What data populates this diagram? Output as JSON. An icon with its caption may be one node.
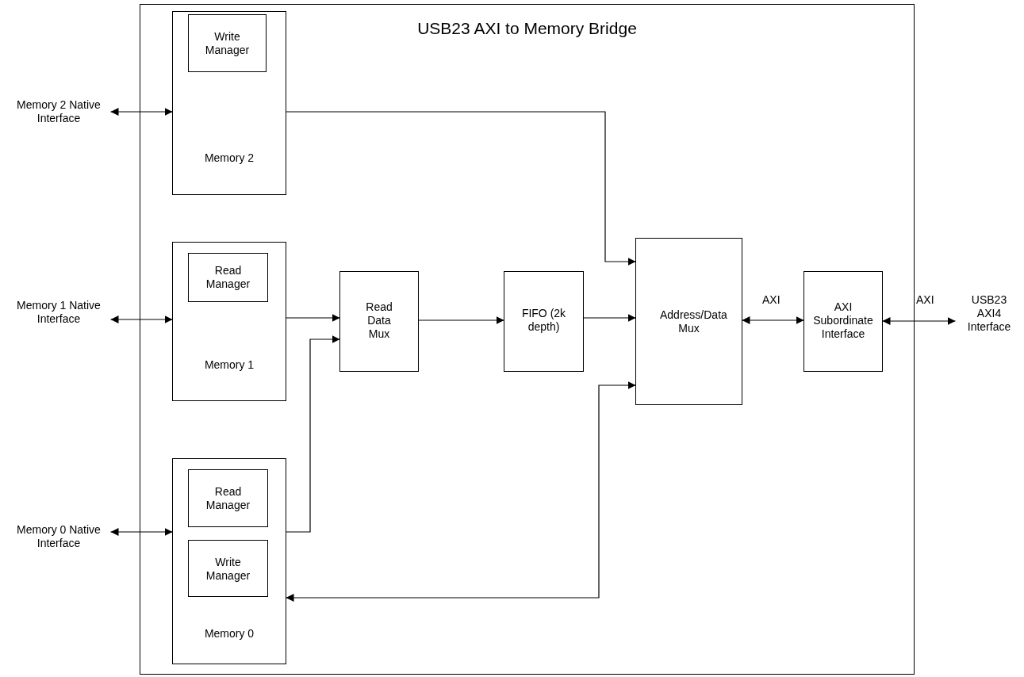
{
  "diagram": {
    "nodes": [
      {
        "text": [
          "USB23 AXI to Memory Bridge"
        ]
      },
      {
        "text": [
          "Memory 2"
        ],
        "in": 0
      },
      {
        "text": [
          "Write Manager"
        ],
        "in": 1
      },
      {
        "text": [
          "Memory 1"
        ],
        "in": 0
      },
      {
        "text": [
          "Read Manager"
        ],
        "in": 3
      },
      {
        "text": [
          "Memory 0"
        ],
        "in": 0
      },
      {
        "text": [
          "Read Manager"
        ],
        "in": 5
      },
      {
        "text": [
          "Write Manager"
        ],
        "in": 5
      },
      {
        "text": [
          "Read Data Mux"
        ],
        "in": 0
      },
      {
        "text": [
          "FIFO (2k depth)"
        ],
        "in": 0
      },
      {
        "text": [
          "Address/Data Mux"
        ],
        "in": 0
      },
      {
        "text": [
          "AXI Subordinate Interface"
        ],
        "in": 0
      },
      {
        "text": [
          "Memory 2 Native Interface"
        ]
      },
      {
        "text": [
          "Memory 1 Native Interface"
        ]
      },
      {
        "text": [
          "Memory 0 Native Interface"
        ]
      },
      {
        "text": [
          "USB23 AXI4 Interface"
        ]
      }
    ],
    "edges": [
      {
        "from": 12,
        "to": 1,
        "arrow": "both"
      },
      {
        "from": 13,
        "to": 3,
        "arrow": "both"
      },
      {
        "from": 14,
        "to": 5,
        "arrow": "both"
      },
      {
        "from": 1,
        "to": 10,
        "arrow": "to"
      },
      {
        "from": 3,
        "to": 8,
        "arrow": "to"
      },
      {
        "from": 5,
        "to": 8,
        "arrow": "to"
      },
      {
        "from": 8,
        "to": 9,
        "arrow": "to"
      },
      {
        "from": 9,
        "to": 10,
        "arrow": "to"
      },
      {
        "from": 10,
        "to": 5,
        "arrow": "both"
      },
      {
        "from": 10,
        "to": 11,
        "label": "AXI",
        "arrow": "both"
      },
      {
        "from": 11,
        "to": 15,
        "label": "AXI",
        "arrow": "both"
      }
    ]
  }
}
